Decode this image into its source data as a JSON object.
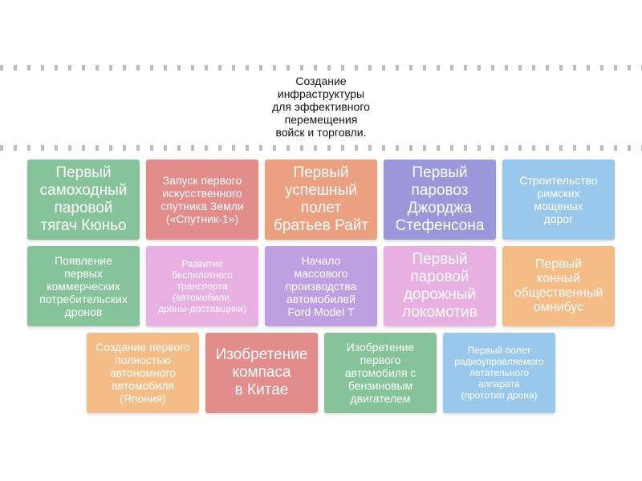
{
  "prompt": "Создание\nинфраструктуры\nдля эффективного\nперемещения\nвойск и торговли.",
  "colors": {
    "green": "#86c39a",
    "red": "#e38c8c",
    "salmon": "#eba081",
    "purple": "#9b97db",
    "blue": "#9ac8ec",
    "violet": "#be9fe2",
    "pink": "#e7b0e0",
    "orange": "#f4bc86"
  },
  "tiles": [
    {
      "text": "Первый\nсамоходный\nпаровой\nтягач Кюньо",
      "color": "#86c39a"
    },
    {
      "text": "Запуск первого\nискусственного\nспутника Земли\n(«Спутник-1»)",
      "color": "#e38c8c"
    },
    {
      "text": "Первый\nуспешный\nполет\nбратьев Райт",
      "color": "#eba081"
    },
    {
      "text": "Первый\nпаровоз\nДжорджа\nСтефенсона",
      "color": "#9b97db"
    },
    {
      "text": "Строительство\nримских\nмощеных\nдорог",
      "color": "#9ac8ec"
    },
    {
      "text": "Появление\nпервых\nкоммерческих\nпотребительских\nдронов",
      "color": "#86c39a"
    },
    {
      "text": "Развитие\nбеспилотного\nтранспорта\n(автомобили,\nдроны-доставщики)",
      "color": "#e7b0e0"
    },
    {
      "text": "Начало\nмассового\nпроизводства\nавтомобилей\nFord Model T",
      "color": "#be9fe2"
    },
    {
      "text": "Первый\nпаровой\nдорожный\nлокомотив",
      "color": "#e7b0e0"
    },
    {
      "text": "Первый\nконный\nобщественный\nомнибус",
      "color": "#f4bc86"
    },
    {
      "text": "Создание первого\nполностью\nавтономного\nавтомобиля\n(Япония)",
      "color": "#f4bc86"
    },
    {
      "text": "Изобретение\nкомпаса\nв Китае",
      "color": "#e38c8c"
    },
    {
      "text": "Изобретение\nпервого\nавтомобиля с\nбензиновым\nдвигателем",
      "color": "#86c39a"
    },
    {
      "text": "Первый полет\nрадиоуправляемого\nлетательного\nаппарата\n(прототип дрона)",
      "color": "#9ac8ec"
    }
  ]
}
